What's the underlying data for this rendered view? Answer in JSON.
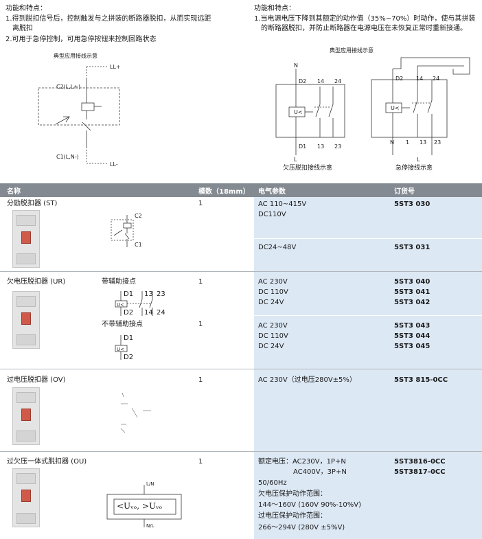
{
  "top_left": {
    "heading": "功能和特点：",
    "items": [
      "1.得到脱扣信号后，控制触发与之拼装的断路器脱扣，从而实现远距",
      "离脱扣",
      "2.可用于急停控制，可用急停按钮来控制回路状态"
    ],
    "diagram_title": "典型应用接线示意",
    "labels": {
      "ll_plus": "LL+",
      "c2": "C2(L,L+)",
      "c1": "C1(L,N-)",
      "ll_minus": "LL-"
    }
  },
  "top_right": {
    "heading": "功能和特点：",
    "items": [
      "1.当电源电压下降到其额定的动作值（35%~70%）时动作，使与其拼装",
      "的断路器脱扣，并防止断路器在电源电压在未恢复正常时重新接通。"
    ],
    "diagram_title": "典型应用接线示意",
    "caption_left": "欠压脱扣接线示意",
    "caption_right": "急停接线示意",
    "terms": {
      "n": "N",
      "l": "L",
      "d2": "D2",
      "d1": "D1",
      "t14": "14",
      "t24": "24",
      "t13": "13",
      "t23": "23",
      "t1": "1",
      "uc": "U<"
    }
  },
  "table": {
    "headers": [
      "名称",
      "模数（18mm）",
      "电气参数",
      "订货号"
    ],
    "rows": [
      {
        "name": "分励脱扣器 (ST)",
        "module": "1",
        "sym": {
          "c2": "C2",
          "c1": "C1"
        },
        "groups": [
          {
            "params": [
              "AC 110~415V",
              "DC110V"
            ],
            "orders": [
              "5ST3 030"
            ]
          },
          {
            "params": [
              "DC24~48V"
            ],
            "orders": [
              "5ST3 031"
            ]
          }
        ]
      },
      {
        "name": "欠电压脱扣器 (UR)",
        "sub1": "带辅助接点",
        "sub2": "不带辅助接点",
        "module1": "1",
        "module2": "1",
        "sym": {
          "d1": "D1",
          "d2": "D2",
          "t13": "13",
          "t23": "23",
          "t14": "14",
          "t24": "24",
          "uc": "U<"
        },
        "groups": [
          {
            "params": [
              "AC 230V",
              "DC 110V",
              "DC 24V"
            ],
            "orders": [
              "5ST3 040",
              "5ST3 041",
              "5ST3 042"
            ]
          },
          {
            "params": [
              "AC 230V",
              "DC 110V",
              "DC 24V"
            ],
            "orders": [
              "5ST3 043",
              "5ST3 044",
              "5ST3 045"
            ]
          }
        ]
      },
      {
        "name": "过电压脱扣器 (OV)",
        "module": "1",
        "params": [
          "AC 230V（过电压280V±5%）"
        ],
        "orders": [
          "5ST3 815-0CC"
        ]
      },
      {
        "name": "过欠压一体式脱扣器 (OU)",
        "module": "1",
        "params": [
          "额定电压：AC230V，1P+N",
          "AC400V，3P+N",
          "50/60Hz",
          "欠电压保护动作范围：",
          "144～160V (160V 90%-10%V)",
          "过电压保护动作范围：",
          "266～294V (280V ±5%V)"
        ],
        "orders": [
          "5ST3816-0CC",
          "5ST3817-0CC"
        ],
        "sym": {
          "ln": "L/N",
          "nl": "N/L",
          "box": "<Uᵥₒ, >Uᵥₒ"
        }
      }
    ]
  }
}
